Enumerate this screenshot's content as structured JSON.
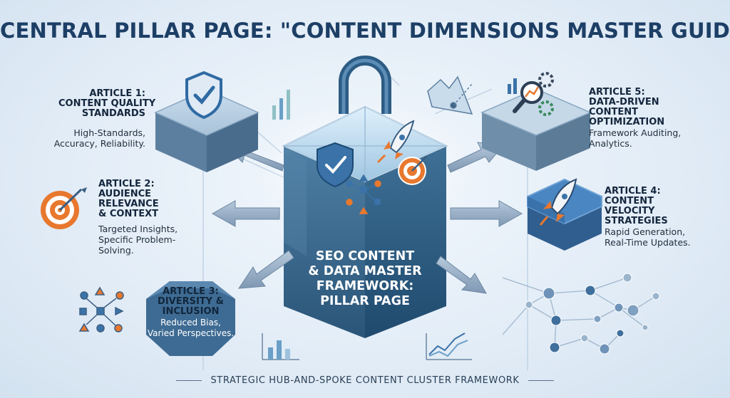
{
  "header": {
    "title": "CENTRAL PILLAR PAGE: \"CONTENT DIMENSIONS MASTER GUIDE\""
  },
  "hub": {
    "lines": [
      "SEO CONTENT",
      "& DATA MASTER",
      "FRAMEWORK:",
      "PILLAR PAGE"
    ]
  },
  "articles": [
    {
      "title": [
        "ARTICLE 1:",
        "CONTENT QUALITY",
        "STANDARDS"
      ],
      "desc": [
        "High-Standards,",
        "Accuracy, Reliability."
      ],
      "icon": "shield-check-icon"
    },
    {
      "title": [
        "ARTICLE 2:",
        "AUDIENCE",
        "RELEVANCE",
        "& CONTEXT"
      ],
      "desc": [
        "Targeted Insights,",
        "Specific Problem-",
        "Solving."
      ],
      "icon": "target-icon"
    },
    {
      "title": [
        "ARTICLE 3:",
        "DIVERSITY &",
        "INCLUSION"
      ],
      "desc": [
        "Reduced Bias,",
        "Varied Perspectives."
      ],
      "icon": "shapes-network-icon"
    },
    {
      "title": [
        "ARTICLE 4:",
        "CONTENT",
        "VELOCITY",
        "STRATEGIES"
      ],
      "desc": [
        "Rapid Generation,",
        "Real-Time Updates."
      ],
      "icon": "rocket-icon"
    },
    {
      "title": [
        "ARTICLE 5:",
        "DATA-DRIVEN",
        "CONTENT",
        "OPTIMIZATION"
      ],
      "desc": [
        "Framework Auditing,",
        "Analytics."
      ],
      "icon": "magnifier-chart-gears-icon"
    }
  ],
  "footer": {
    "label": "STRATEGIC HUB-AND-SPOKE CONTENT CLUSTER FRAMEWORK"
  },
  "colors": {
    "navy": "#1d3f66",
    "hub_blue": "#2f5f86",
    "accent_orange": "#e8782e",
    "light_blue": "#6f93b8"
  }
}
